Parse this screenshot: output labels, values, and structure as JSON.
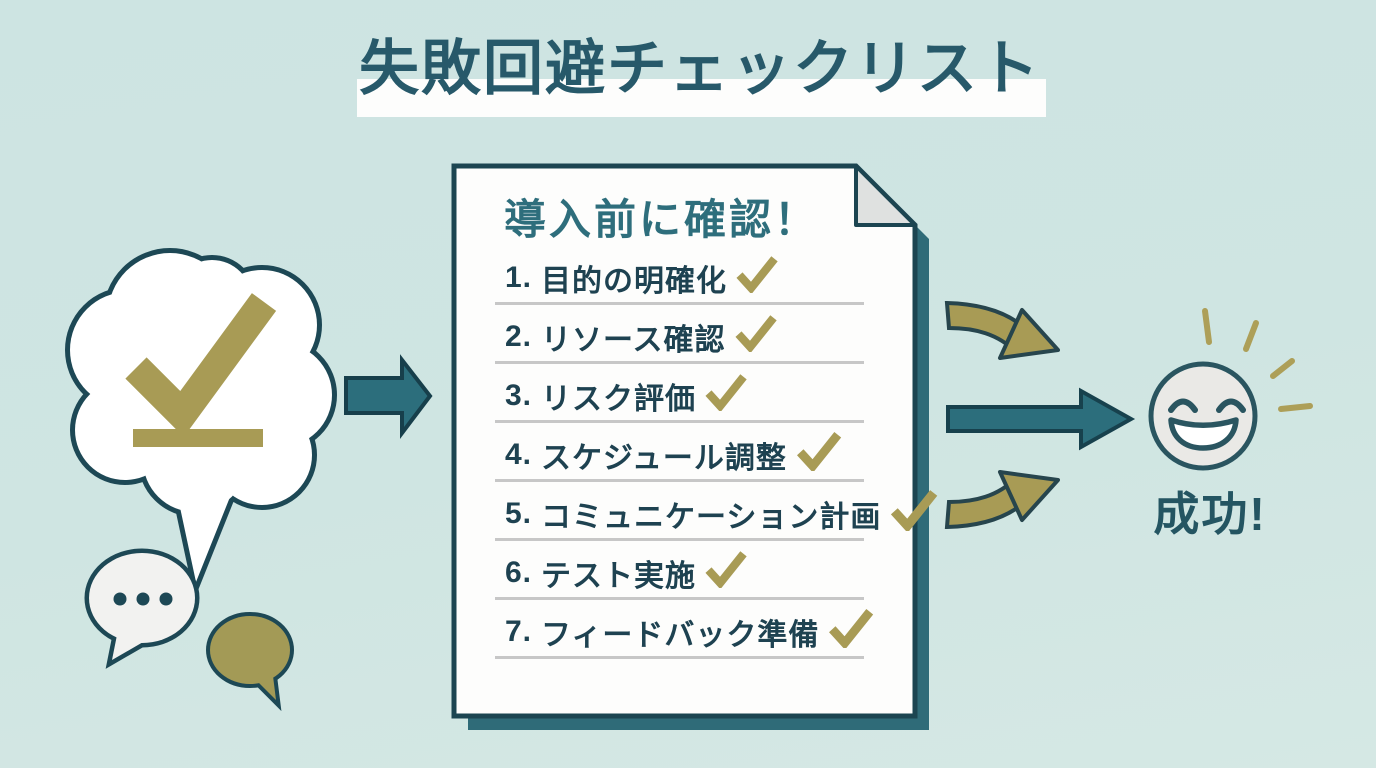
{
  "title": "失敗回避チェックリスト",
  "document": {
    "header": "導入前に確認！",
    "items": [
      {
        "number": "1.",
        "text": "目的の明確化",
        "checked": true
      },
      {
        "number": "2.",
        "text": "リソース確認",
        "checked": true
      },
      {
        "number": "3.",
        "text": "リスク評価",
        "checked": true
      },
      {
        "number": "4.",
        "text": "スケジュール調整",
        "checked": true
      },
      {
        "number": "5.",
        "text": "コミュニケーション計画",
        "checked": true
      },
      {
        "number": "6.",
        "text": "テスト実施",
        "checked": true
      },
      {
        "number": "7.",
        "text": "フィードバック準備",
        "checked": true
      }
    ]
  },
  "success": {
    "label": "成功!"
  },
  "icons": {
    "thought-bubble-icon": "cloud speech bubble with gold checkmark",
    "check-icon": "✔",
    "typing-bubble-icon": "speech bubble with … dots",
    "speech-bubble-icon": "small gold speech bubble",
    "arrow-right-icon": "➜",
    "curved-arrow-icon": "curved gold arrow",
    "smiley-face-icon": "☺ with sparkle rays"
  },
  "colors": {
    "background": "#cfe4e2",
    "title_teal": "#27596a",
    "item_text": "#1e4251",
    "header_teal": "#2e6e7c",
    "gold": "#a89b55",
    "arrow_teal": "#2c6e7c",
    "paper_shadow": "#2f6b78",
    "outline_dark": "#1c4551"
  }
}
